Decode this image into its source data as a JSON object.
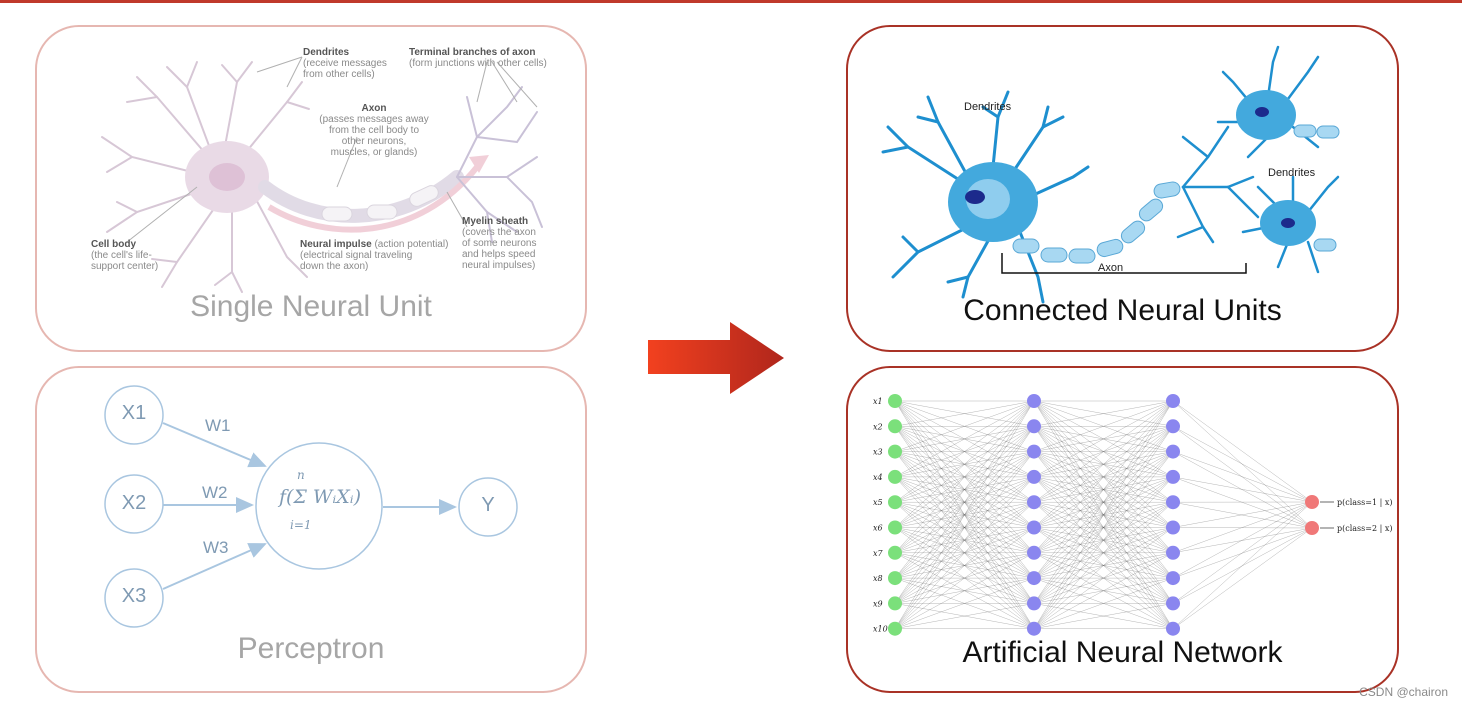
{
  "panels": {
    "single": {
      "title": "Single Neural Unit",
      "labels": {
        "dendrites_title": "Dendrites",
        "dendrites_desc": "(receive messages\nfrom other cells)",
        "terminal_title": "Terminal branches of axon",
        "terminal_desc": "(form junctions with other cells)",
        "axon_title": "Axon",
        "axon_desc": "(passes messages away\nfrom the cell body to\nother neurons,\nmuscles, or glands)",
        "myelin_title": "Myelin sheath",
        "myelin_desc": "(covers the axon\nof some neurons\nand helps speed\nneural impulses)",
        "cellbody_title": "Cell body",
        "cellbody_desc": "(the cell's life-\nsupport center)",
        "impulse_title": "Neural impulse",
        "impulse_rest": " (action potential)",
        "impulse_desc": "(electrical signal traveling\ndown the axon)"
      }
    },
    "perceptron": {
      "title": "Perceptron",
      "inputs": [
        "X1",
        "X2",
        "X3"
      ],
      "weights": [
        "W1",
        "W2",
        "W3"
      ],
      "output": "Y",
      "formula": "f(Σ WᵢXᵢ)",
      "sum_upper": "n",
      "sum_lower": "i=1"
    },
    "connected": {
      "title": "Connected Neural Units",
      "labels": {
        "dendrites_left": "Dendrites",
        "dendrites_right": "Dendrites",
        "axon": "Axon"
      }
    },
    "ann": {
      "title": "Artificial Neural Network",
      "input_labels": [
        "x1",
        "x2",
        "x3",
        "x4",
        "x5",
        "x6",
        "x7",
        "x8",
        "x9",
        "x10"
      ],
      "output_labels": [
        "p(class=1 | x)",
        "p(class=2 | x)"
      ],
      "layer_sizes": [
        10,
        10,
        10,
        2
      ],
      "colors": {
        "input": "#7be07b",
        "hidden": "#8a86ef",
        "output": "#f07878",
        "edge": "#555555"
      }
    }
  },
  "watermark": "CSDN @chairon"
}
